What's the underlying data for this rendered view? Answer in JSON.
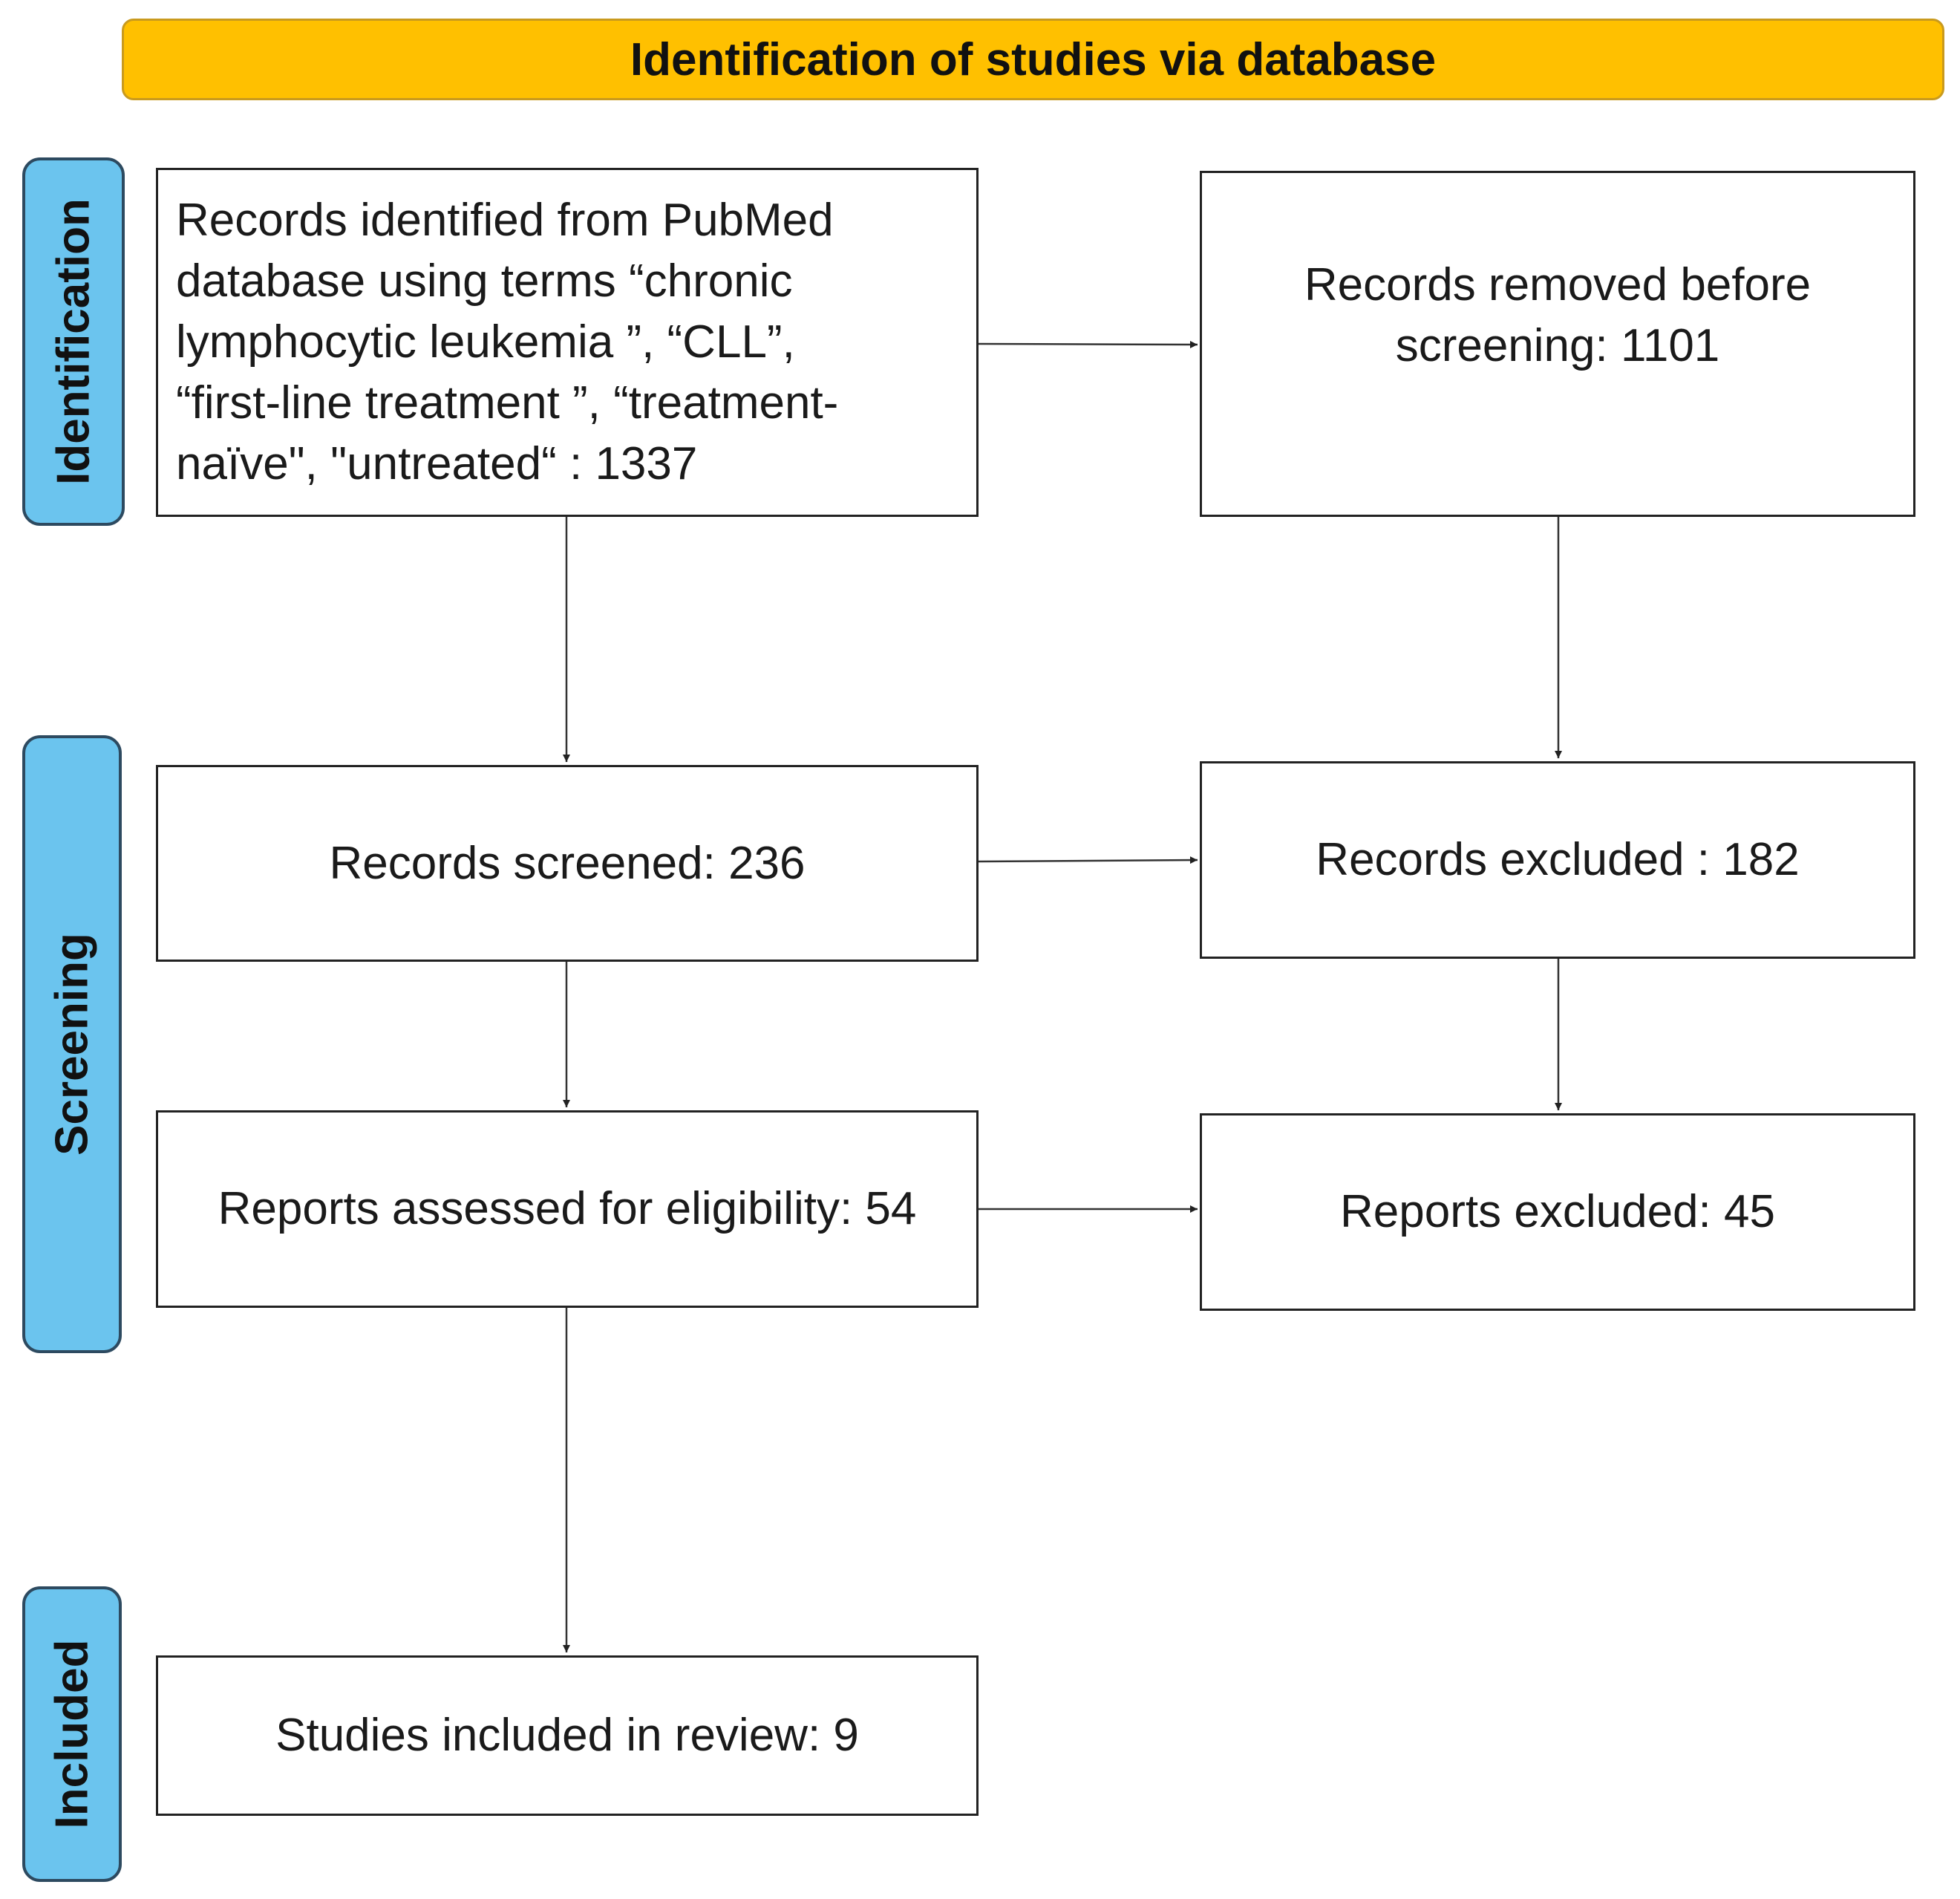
{
  "header": {
    "title": "Identification of studies via database"
  },
  "phases": {
    "identification": "Identification",
    "screening": "Screening",
    "included": "Included"
  },
  "boxes": {
    "records_identified": "Records identified from PubMed\ndatabase using terms  “chronic\nlymphocytic leukemia ”, “CLL”,\n“first-line treatment ”, “treatment-\nnaïve\", \"untreated“ : 1337",
    "records_removed": "Records removed before\nscreening: 1101",
    "records_screened": "Records screened: 236",
    "records_excluded": "Records excluded : 182",
    "reports_assessed": "Reports assessed for eligibility: 54",
    "reports_excluded": "Reports excluded:  45",
    "studies_included": "Studies included in  review: 9"
  },
  "colors": {
    "header_fill": "#FFC000",
    "phase_fill": "#6BC4EE",
    "phase_border": "#2D4A60",
    "box_border": "#222222"
  }
}
